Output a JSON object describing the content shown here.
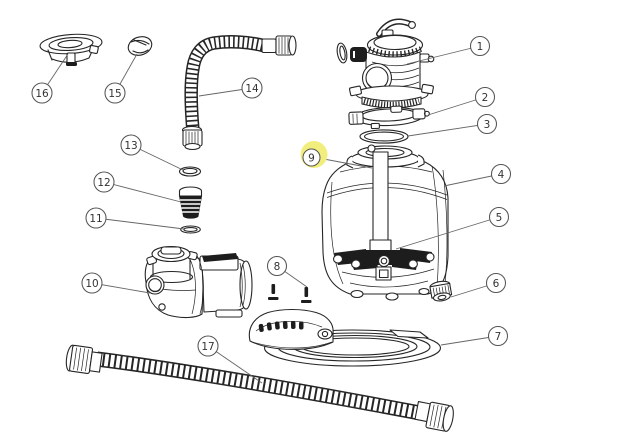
{
  "diagram": {
    "type": "exploded-parts-diagram",
    "background_color": "#ffffff",
    "line_color": "#262626",
    "leader_color": "#666666",
    "callout_border_color": "#555555",
    "callout_text_color": "#333333",
    "highlight_color": "#f2ee7d",
    "highlighted_callout": "9",
    "callouts": [
      {
        "label": "1"
      },
      {
        "label": "2"
      },
      {
        "label": "3"
      },
      {
        "label": "4"
      },
      {
        "label": "5"
      },
      {
        "label": "6"
      },
      {
        "label": "7"
      },
      {
        "label": "8"
      },
      {
        "label": "9",
        "highlighted": true
      },
      {
        "label": "10"
      },
      {
        "label": "11"
      },
      {
        "label": "12"
      },
      {
        "label": "13"
      },
      {
        "label": "14"
      },
      {
        "label": "15"
      },
      {
        "label": "16"
      },
      {
        "label": "17"
      }
    ]
  }
}
